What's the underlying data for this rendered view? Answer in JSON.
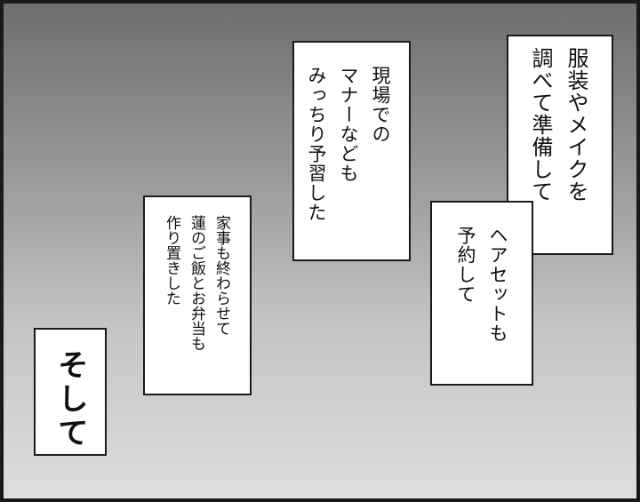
{
  "captions": {
    "prep": "服装やメイクを\n調べて準備して",
    "hair": "ヘアセットも\n予約して",
    "manners": "現場での\nマナーなども\nみっちり予習した",
    "chores": "家事も終わらせて\n蓮のご飯とお弁当も\n作り置きした",
    "then": "そして"
  },
  "colors": {
    "border": "#1a1a1a",
    "box_background": "#ffffff",
    "background_top": "#6e6e6e",
    "background_bottom": "#dedede"
  }
}
